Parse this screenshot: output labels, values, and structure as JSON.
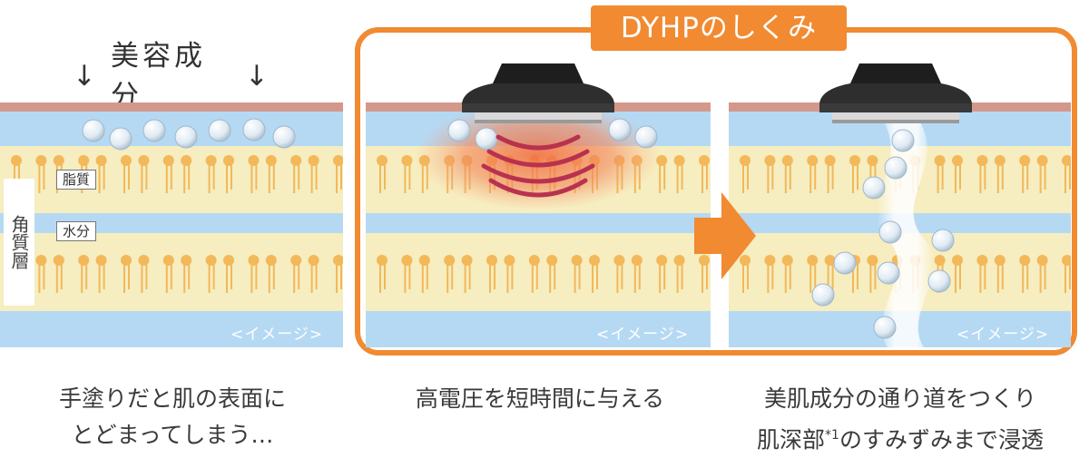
{
  "top_label": {
    "arrow": "↓",
    "text": "美容成分"
  },
  "frame_title": "DYHPのしくみ",
  "layer_label": "角質層",
  "tags": {
    "lipid": "脂質",
    "water": "水分"
  },
  "image_note": "<イメージ>",
  "captions": {
    "left": [
      "手塗りだと肌の表面に",
      "とどまってしまう…"
    ],
    "middle": [
      "高電圧を短時間に与える"
    ],
    "right_line1": "美肌成分の通り道をつくり",
    "right_line2_pre": "肌深部",
    "right_line2_sup": "*1",
    "right_line2_post": "のすみずみまで浸透"
  },
  "colors": {
    "accent_orange": "#f18a31",
    "skin_surface": "#d4988a",
    "water_layer": "#b5d9f3",
    "lipid_layer": "#f6edc0",
    "lipid_molecule": "#f2b85a",
    "wave": "#b8324f",
    "device": "#2b2b2b"
  },
  "icons": [
    "arrow-down-icon",
    "right-arrow-icon",
    "device-head-icon",
    "droplet-icon"
  ]
}
